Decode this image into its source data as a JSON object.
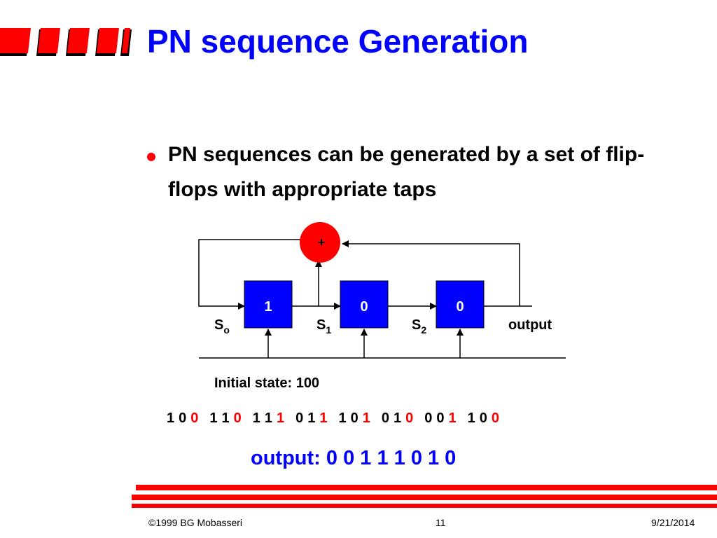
{
  "slide": {
    "title": "PN sequence Generation",
    "bullet": "PN sequences can be generated by a set of flip-flops with appropriate taps"
  },
  "diagram": {
    "adder_symbol": "+",
    "registers": [
      "1",
      "0",
      "0"
    ],
    "labels": {
      "s0_main": "S",
      "s0_sub": "o",
      "s1_main": "S",
      "s1_sub": "1",
      "s2_main": "S",
      "s2_sub": "2",
      "output": "output"
    }
  },
  "initial_state": "Initial state: 100",
  "state_sequence": [
    [
      "1",
      "0",
      "0"
    ],
    [
      "1",
      "1",
      "0"
    ],
    [
      "1",
      "1",
      "1"
    ],
    [
      "0",
      "1",
      "1"
    ],
    [
      "1",
      "0",
      "1"
    ],
    [
      "0",
      "1",
      "0"
    ],
    [
      "0",
      "0",
      "1"
    ],
    [
      "1",
      "0",
      "0"
    ]
  ],
  "output_text": "output: 0 0 1 1 1 0 1 0",
  "footer": {
    "copyright": "©1999 BG Mobasseri",
    "page": "11",
    "date": "9/21/2014"
  },
  "colors": {
    "title": "#0000ff",
    "accent_red": "#ff0000",
    "register_fill": "#0000ff",
    "adder_fill": "#ff0000"
  }
}
